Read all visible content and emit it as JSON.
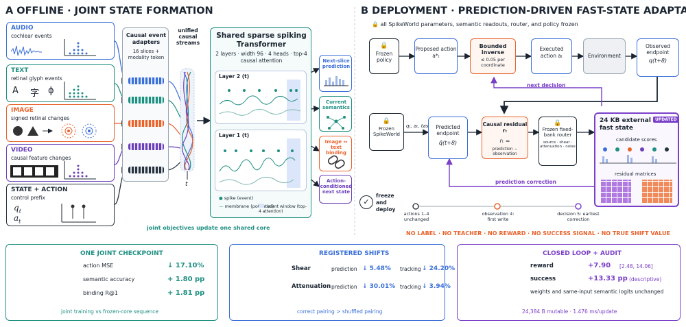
{
  "panelA": {
    "title": "A  OFFLINE · JOINT STATE FORMATION",
    "modalities": [
      {
        "name": "AUDIO",
        "sub": "cochlear events",
        "color": "#3a6fd8"
      },
      {
        "name": "TEXT",
        "sub": "retinal glyph events",
        "glyphs": [
          "A",
          "字",
          "ϕ"
        ],
        "color": "#1f8f82"
      },
      {
        "name": "IMAGE",
        "sub": "signed retinal changes",
        "color": "#e8622c"
      },
      {
        "name": "VIDEO",
        "sub": "causal feature changes",
        "color": "#6a3fb8"
      },
      {
        "name": "STATE + ACTION",
        "sub": "control prefix",
        "q": "q",
        "qsub": "t",
        "a": "a",
        "asub": "t",
        "color": "#26323e"
      }
    ],
    "adapters": {
      "title": "Causal event adapters",
      "sub": "16 slices + modality token"
    },
    "streams": {
      "label": "unified causal streams",
      "axis": "t"
    },
    "transformer": {
      "title": "Shared sparse spiking Transformer",
      "sub": "2 layers · width 96 · 4 heads · top-4 causal attention",
      "layer2": "Layer 2 (t)",
      "layer1": "Layer 1 (t)",
      "legend": [
        "spike (event)",
        "membrane (potential)",
        "recent window (top-4 attention)"
      ]
    },
    "outputs": [
      "Next-slice prediction",
      "Current semantics",
      "Image ↔ text binding",
      "Action-conditioned next state"
    ],
    "footer": "joint objectives update one shared core"
  },
  "panelB": {
    "title": "B  DEPLOYMENT · PREDICTION-DRIVEN FAST-STATE ADAPTATION",
    "frozen_note": "all SpikeWorld parameters, semantic readouts, router, and policy frozen",
    "top": [
      "Frozen policy",
      "Proposed action a*ₜ",
      "Bounded inverse",
      "≤ 0.05 per coordinate",
      "Executed action aₜ",
      "Environment",
      "Observed endpoint",
      "q(t+8)"
    ],
    "next_decision": "next decision",
    "frozen_sw": "Frozen SpikeWorld",
    "inputs": "qₜ, aₜ, task c",
    "predicted": "Predicted endpoint",
    "predicted_sym": "q̂(t+8)",
    "residual_title": "Causal residual  rₜ",
    "residual_eq": "rₜ =",
    "residual_sub": "prediction − observation",
    "router": "Frozen fixed-bank router",
    "router_sub": "source · shear · attenuation · noise",
    "fast_state": "24 KB external fast state",
    "updated": "UPDATED",
    "candidate": "candidate scores",
    "residual_matrices": "residual matrices",
    "prediction_correction": "prediction correction",
    "freeze": "freeze and deploy",
    "timeline": [
      "actions 1–4 unchanged",
      "observation 4: first write",
      "decision 5: earliest correction"
    ],
    "no_list": "NO LABEL · NO TEACHER · NO REWARD · NO SUCCESS SIGNAL · NO TRUE SHIFT VALUE"
  },
  "bottom": {
    "checkpoint": {
      "title": "ONE JOINT CHECKPOINT",
      "rows": [
        [
          "action MSE",
          "↓ 17.10%"
        ],
        [
          "semantic accuracy",
          "+ 1.80 pp"
        ],
        [
          "binding R@1",
          "+ 1.81 pp"
        ]
      ],
      "footer": "joint training vs frozen-core sequence"
    },
    "shifts": {
      "title": "REGISTERED SHIFTS",
      "rows": [
        [
          "Shear",
          "prediction",
          "↓ 5.48%",
          "tracking",
          "↓ 24.20%"
        ],
        [
          "Attenuation",
          "prediction",
          "↓ 30.01%",
          "tracking",
          "↓ 3.94%"
        ]
      ],
      "footer": "correct pairing > shuffled pairing"
    },
    "loop": {
      "title": "CLOSED LOOP + AUDIT",
      "rows": [
        [
          "reward",
          "+7.90",
          "[2.48, 14.06]"
        ],
        [
          "success",
          "+13.33 pp",
          "(descriptive)"
        ]
      ],
      "note": "weights and same-input semantic logits unchanged",
      "footer": "24,384 B mutable · 1.476 ms/update"
    }
  }
}
